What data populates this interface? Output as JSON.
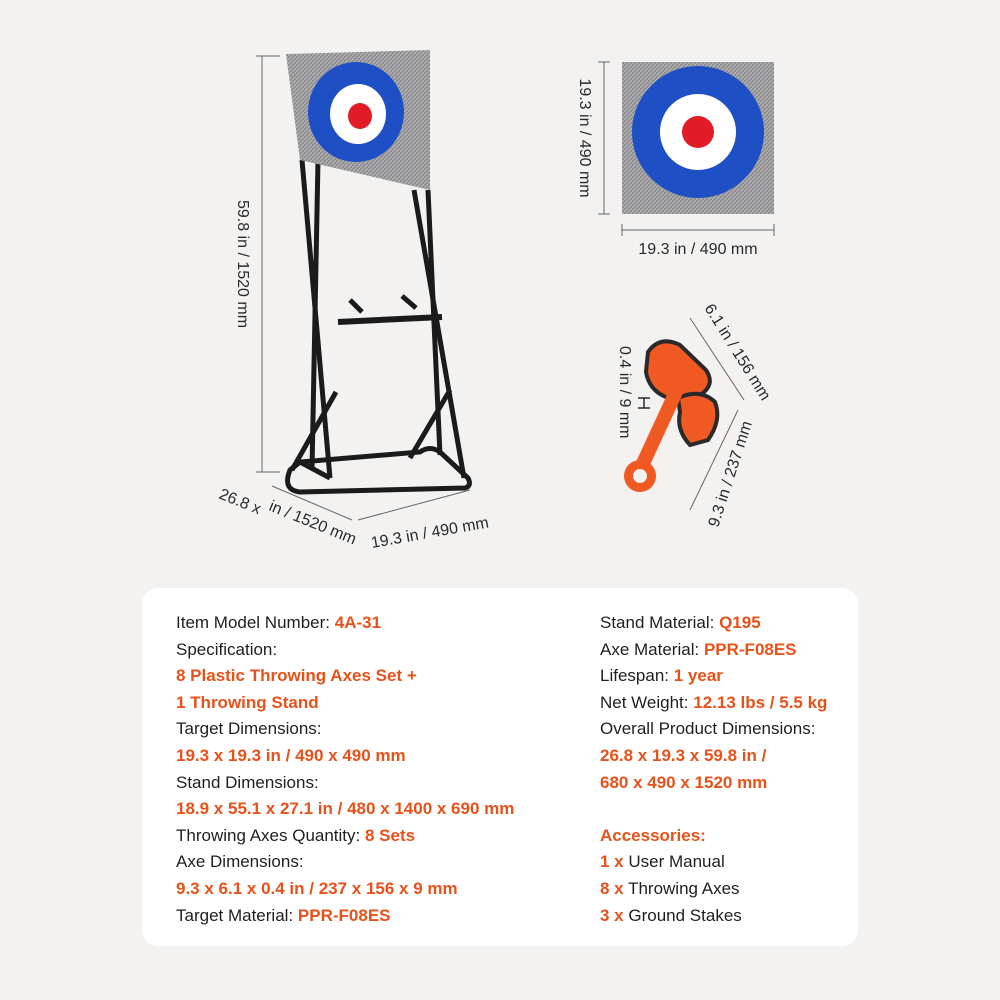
{
  "diagram": {
    "stand_height": "59.8 in / 1520 mm",
    "stand_depth_prefix": "26.8 x",
    "stand_depth": "in / 1520 mm",
    "stand_width": "19.3 in / 490 mm",
    "target_height": "19.3 in / 490 mm",
    "target_width": "19.3 in / 490 mm",
    "axe_width": "6.1 in / 156 mm",
    "axe_thickness": "0.4 in / 9 mm",
    "axe_length": "9.3 in / 237 mm"
  },
  "specs": {
    "model_label": "Item Model Number:",
    "model_value": "4A-31",
    "spec_label": "Specification:",
    "spec_value_1": "8 Plastic Throwing Axes Set +",
    "spec_value_2": "1 Throwing Stand",
    "target_dim_label": "Target Dimensions:",
    "target_dim_value": "19.3 x 19.3 in / 490 x 490 mm",
    "stand_dim_label": "Stand Dimensions:",
    "stand_dim_value": "18.9 x 55.1 x 27.1 in / 480 x 1400 x 690 mm",
    "axes_qty_label": "Throwing Axes Quantity:",
    "axes_qty_value": "8 Sets",
    "axe_dim_label": "Axe Dimensions:",
    "axe_dim_value": "9.3 x 6.1 x 0.4 in / 237 x 156 x 9 mm",
    "target_mat_label": "Target Material:",
    "target_mat_value": "PPR-F08ES",
    "stand_mat_label": "Stand Material:",
    "stand_mat_value": "Q195",
    "axe_mat_label": "Axe Material:",
    "axe_mat_value": "PPR-F08ES",
    "lifespan_label": "Lifespan:",
    "lifespan_value": "1 year",
    "weight_label": "Net Weight:",
    "weight_value": "12.13 lbs / 5.5 kg",
    "overall_label": "Overall Product Dimensions:",
    "overall_value_1": "26.8 x 19.3 x 59.8 in /",
    "overall_value_2": "680 x 490 x 1520 mm",
    "accessories_title": "Accessories:",
    "acc_1_qty": "1 x",
    "acc_1_name": "User Manual",
    "acc_2_qty": "8 x",
    "acc_2_name": "Throwing Axes",
    "acc_3_qty": "3 x",
    "acc_3_name": "Ground Stakes"
  },
  "colors": {
    "accent": "#e8521a",
    "target_blue": "#1f4fc4",
    "target_red": "#e21c26",
    "axe_orange": "#f05a22",
    "frame": "#1b1b1b"
  }
}
